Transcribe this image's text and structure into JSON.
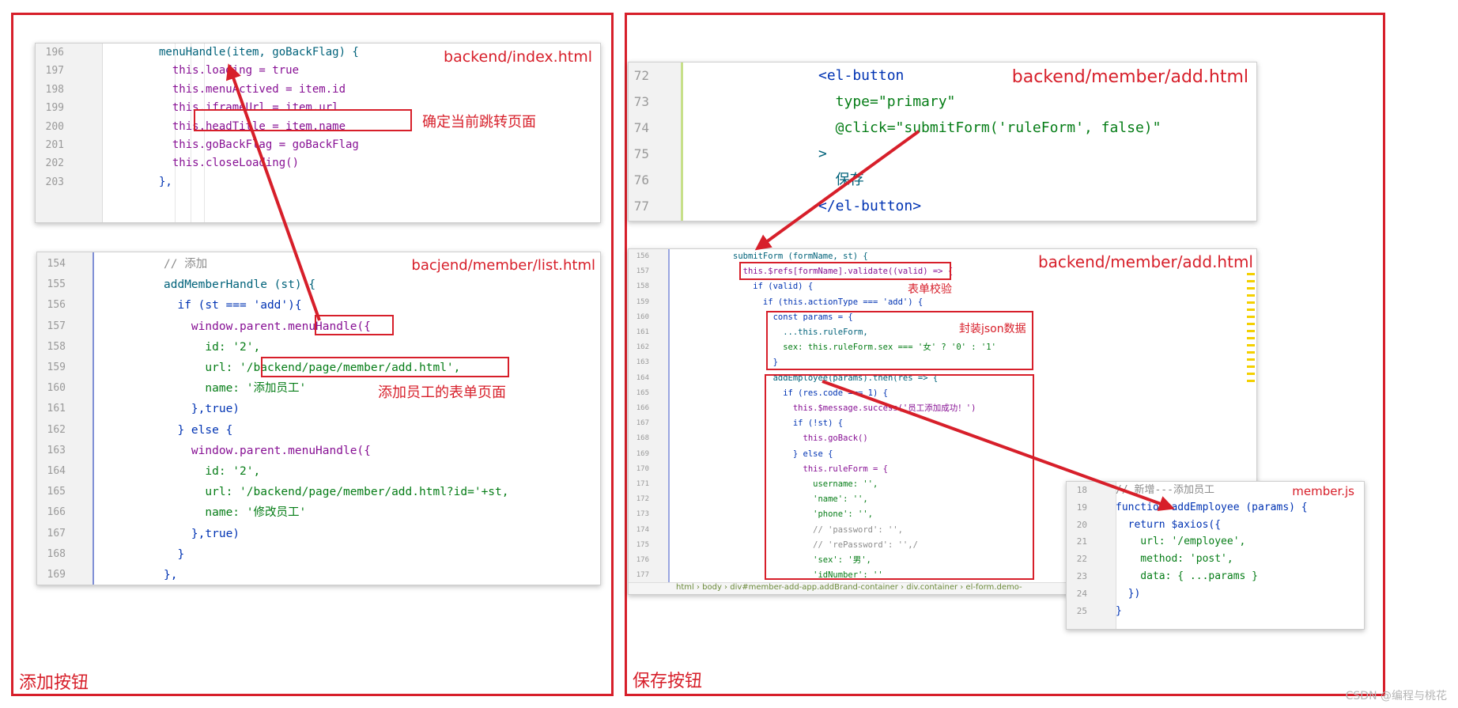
{
  "left_section": {
    "title": "添加按钮"
  },
  "right_section": {
    "title": "保存按钮"
  },
  "panels": {
    "index": {
      "file": "backend/index.html",
      "note": "确定当前跳转页面",
      "lines": [
        {
          "n": "196",
          "t": "menuHandle(item, goBackFlag) {"
        },
        {
          "n": "197",
          "t": "  this.loading = true"
        },
        {
          "n": "198",
          "t": "  this.menuActived = item.id"
        },
        {
          "n": "199",
          "t": "  this.iframeUrl = item.url"
        },
        {
          "n": "200",
          "t": "  this.headTitle = item.name"
        },
        {
          "n": "201",
          "t": "  this.goBackFlag = goBackFlag"
        },
        {
          "n": "202",
          "t": "  this.closeLoading()"
        },
        {
          "n": "203",
          "t": "},"
        }
      ]
    },
    "list": {
      "file": "bacjend/member/list.html",
      "note": "添加员工的表单页面",
      "lines": [
        {
          "n": "154",
          "t": "// 添加"
        },
        {
          "n": "155",
          "t": "addMemberHandle (st) {"
        },
        {
          "n": "156",
          "t": "  if (st === 'add'){"
        },
        {
          "n": "157",
          "t": "    window.parent.menuHandle({"
        },
        {
          "n": "158",
          "t": "      id: '2',"
        },
        {
          "n": "159",
          "t": "      url: '/backend/page/member/add.html',"
        },
        {
          "n": "160",
          "t": "      name: '添加员工'"
        },
        {
          "n": "161",
          "t": "    },true)"
        },
        {
          "n": "162",
          "t": "  } else {"
        },
        {
          "n": "163",
          "t": "    window.parent.menuHandle({"
        },
        {
          "n": "164",
          "t": "      id: '2',"
        },
        {
          "n": "165",
          "t": "      url: '/backend/page/member/add.html?id='+st,"
        },
        {
          "n": "166",
          "t": "      name: '修改员工'"
        },
        {
          "n": "167",
          "t": "    },true)"
        },
        {
          "n": "168",
          "t": "  }"
        },
        {
          "n": "169",
          "t": "},"
        }
      ]
    },
    "add_button": {
      "file": "backend/member/add.html",
      "lines": [
        {
          "n": "72",
          "t": "<el-button"
        },
        {
          "n": "73",
          "t": "  type=\"primary\""
        },
        {
          "n": "74",
          "t": "  @click=\"submitForm('ruleForm', false)\""
        },
        {
          "n": "75",
          "t": ">"
        },
        {
          "n": "76",
          "t": "  保存"
        },
        {
          "n": "77",
          "t": "</el-button>"
        }
      ]
    },
    "add_submit": {
      "file": "backend/member/add.html",
      "note_validate": "表单校验",
      "note_json": "封装json数据",
      "lines": [
        {
          "n": "156",
          "t": "submitForm (formName, st) {"
        },
        {
          "n": "157",
          "t": "  this.$refs[formName].validate((valid) => {"
        },
        {
          "n": "158",
          "t": "    if (valid) {"
        },
        {
          "n": "159",
          "t": "      if (this.actionType === 'add') {"
        },
        {
          "n": "160",
          "t": "        const params = {"
        },
        {
          "n": "161",
          "t": "          ...this.ruleForm,"
        },
        {
          "n": "162",
          "t": "          sex: this.ruleForm.sex === '女' ? '0' : '1'"
        },
        {
          "n": "163",
          "t": "        }"
        },
        {
          "n": "164",
          "t": "        addEmployee(params).then(res => {"
        },
        {
          "n": "165",
          "t": "          if (res.code === 1) {"
        },
        {
          "n": "166",
          "t": "            this.$message.success('员工添加成功！')"
        },
        {
          "n": "167",
          "t": "            if (!st) {"
        },
        {
          "n": "168",
          "t": "              this.goBack()"
        },
        {
          "n": "169",
          "t": "            } else {"
        },
        {
          "n": "170",
          "t": "              this.ruleForm = {"
        },
        {
          "n": "171",
          "t": "                username: '',"
        },
        {
          "n": "172",
          "t": "                'name': '',"
        },
        {
          "n": "173",
          "t": "                'phone': '',"
        },
        {
          "n": "174",
          "t": "                // 'password': '',"
        },
        {
          "n": "175",
          "t": "                // 'rePassword': '',/"
        },
        {
          "n": "176",
          "t": "                'sex': '男',"
        },
        {
          "n": "177",
          "t": "                'idNumber': ''"
        }
      ],
      "breadcrumb": "html  ›  body  ›  div#member-add-app.addBrand-container  ›  div.container  ›  el-form.demo-"
    },
    "member_js": {
      "file": "member.js",
      "lines": [
        {
          "n": "18",
          "t": "// 新增---添加员工"
        },
        {
          "n": "19",
          "t": "function addEmployee (params) {"
        },
        {
          "n": "20",
          "t": "  return $axios({"
        },
        {
          "n": "21",
          "t": "    url: '/employee',"
        },
        {
          "n": "22",
          "t": "    method: 'post',"
        },
        {
          "n": "23",
          "t": "    data: { ...params }"
        },
        {
          "n": "24",
          "t": "  })"
        },
        {
          "n": "25",
          "t": "}"
        }
      ]
    }
  },
  "watermark": "CSDN @编程与桃花"
}
